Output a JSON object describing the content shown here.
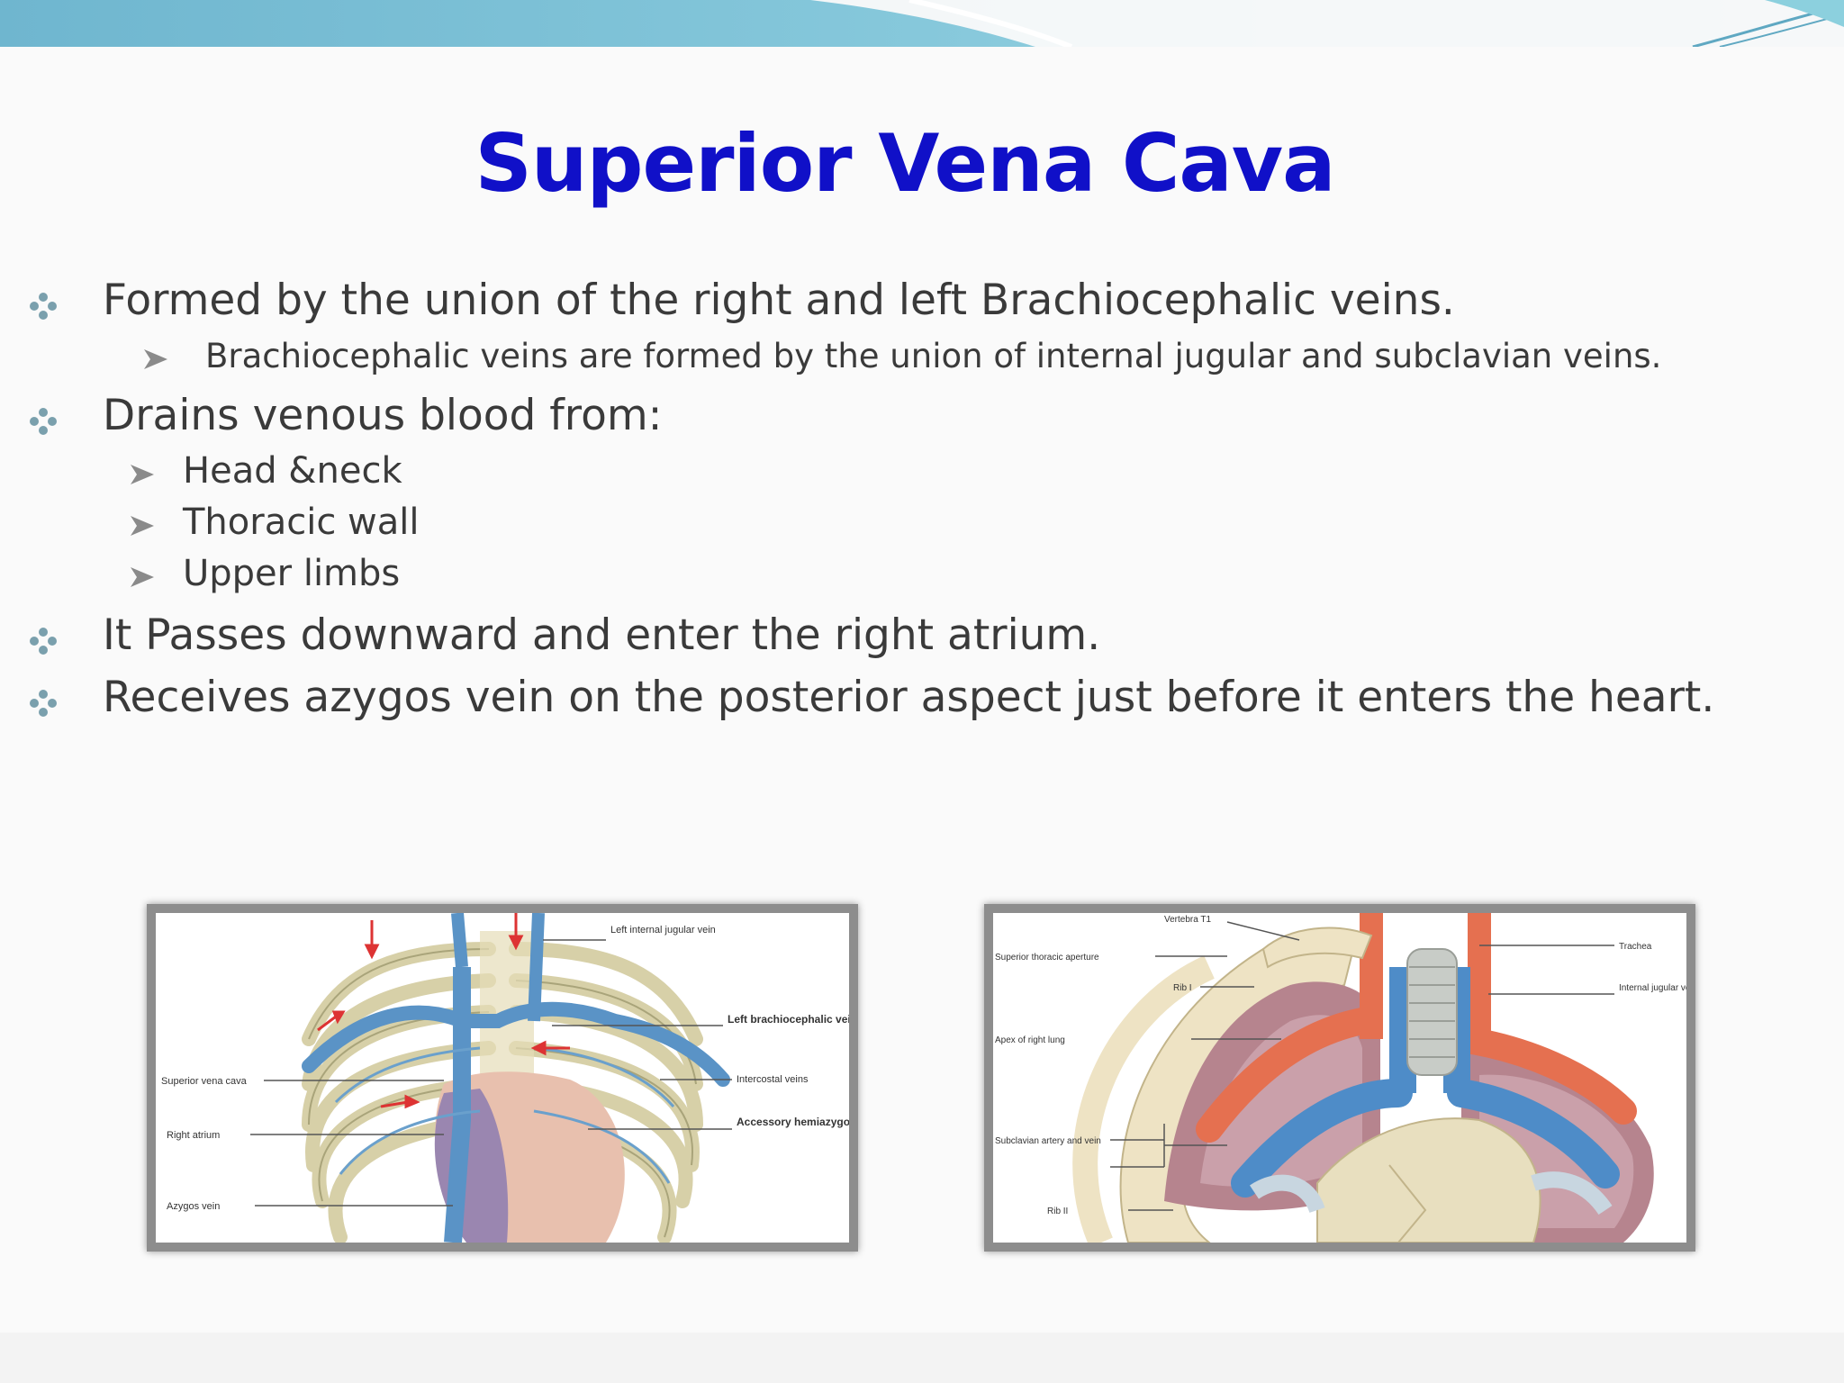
{
  "slide": {
    "title": "Superior Vena Cava",
    "accent_color": "#1010c8",
    "header_band_color": "#7fc4d8"
  },
  "bullets": [
    {
      "level": 1,
      "icon": "diamond-bullet-icon",
      "text": "Formed by the union of the right and left Brachiocephalic veins."
    },
    {
      "level": 2,
      "icon": "arrow-bullet-icon",
      "text": "Brachiocephalic veins are formed by the union of internal jugular and subclavian veins."
    },
    {
      "level": 1,
      "icon": "diamond-bullet-icon",
      "text": "Drains venous blood from:"
    },
    {
      "level": 2,
      "icon": "arrow-bullet-icon",
      "text": "Head &neck"
    },
    {
      "level": 2,
      "icon": "arrow-bullet-icon",
      "text": "Thoracic wall"
    },
    {
      "level": 2,
      "icon": "arrow-bullet-icon",
      "text": "Upper limbs"
    },
    {
      "level": 1,
      "icon": "diamond-bullet-icon",
      "text": "It Passes downward and enter the right atrium."
    },
    {
      "level": 1,
      "icon": "diamond-bullet-icon",
      "text": "Receives azygos vein on the posterior aspect just before it enters the heart."
    }
  ],
  "figures": [
    {
      "name": "thorax-veins-anterior-view",
      "labels": {
        "left_internal_jugular": "Left internal jugular vein",
        "left_brachiocephalic": "Left brachiocephalic vein",
        "intercostal": "Intercostal veins",
        "accessory_hemiazygos": "Accessory hemiazygos vein",
        "superior_vena_cava": "Superior vena cava",
        "right_atrium": "Right atrium",
        "azygos": "Azygos vein"
      }
    },
    {
      "name": "thoracic-inlet-view",
      "labels": {
        "vertebra": "Vertebra T1",
        "superior_thoracic_aperture": "Superior thoracic aperture",
        "rib_1": "Rib I",
        "apex_right_lung": "Apex of right lung",
        "subclavian": "Subclavian artery and vein",
        "rib_2": "Rib II",
        "trachea": "Trachea",
        "internal_jugular": "Internal jugular vein"
      }
    }
  ]
}
